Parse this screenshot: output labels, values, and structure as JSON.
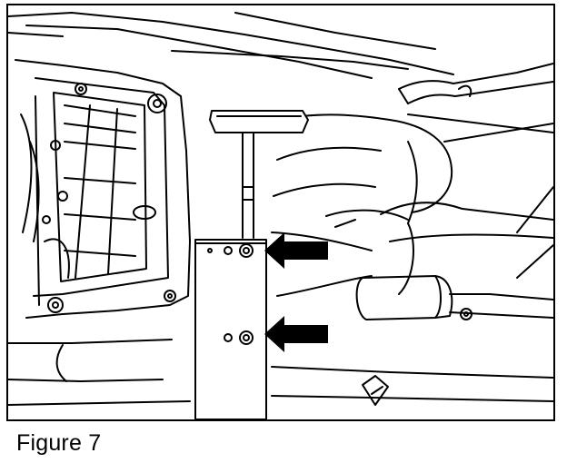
{
  "figure": {
    "caption": "Figure 7",
    "illustration": "line-drawing",
    "callouts": [
      "arrow-upper",
      "arrow-lower"
    ],
    "line_color": "#000000",
    "background_color": "#ffffff"
  }
}
